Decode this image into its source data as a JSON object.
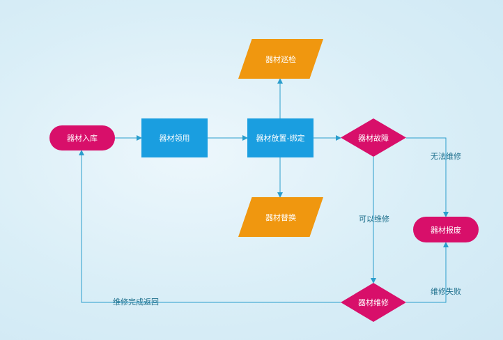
{
  "nodes": {
    "storage_in": "器材入库",
    "receive": "器材领用",
    "place_bind": "器材放置-绑定",
    "inspection": "器材巡检",
    "replace": "器材替换",
    "fault": "器材故障",
    "scrap": "器材报废",
    "repair": "器材维修"
  },
  "edge_labels": {
    "unrepairable": "无法维修",
    "repairable": "可以维修",
    "repair_failed": "维修失败",
    "repair_done_return": "维修完成返回"
  },
  "colors": {
    "terminal": "#d80f6a",
    "process": "#1a9ee0",
    "io": "#f0970f",
    "decision": "#d80f6a",
    "edge": "#2a9dcc"
  }
}
